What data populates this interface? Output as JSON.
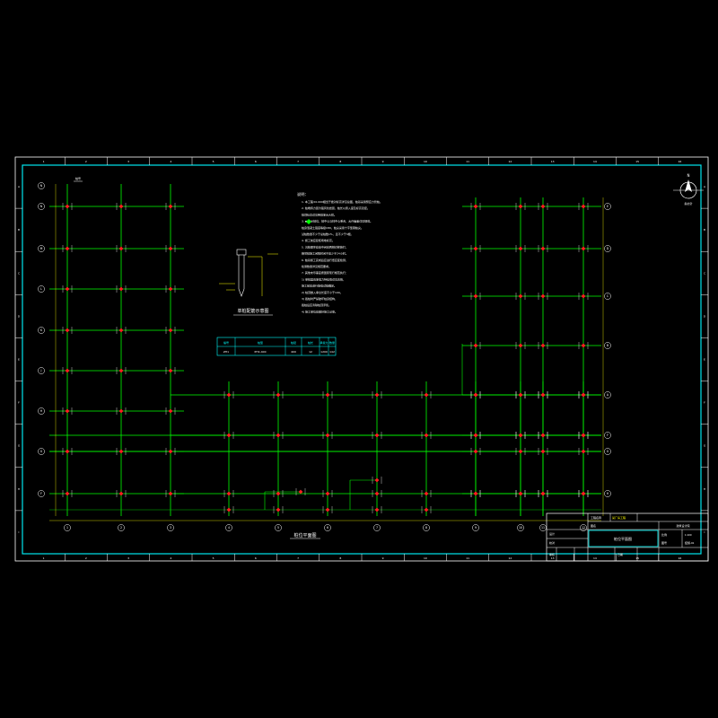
{
  "colors": {
    "background": "#000000",
    "frame": "#ffffff",
    "inner_frame": "#00e5ee",
    "grid_line": "#00c000",
    "beam": "#00ff00",
    "column": "#ff2020",
    "text": "#ffffff",
    "dimension": "#ffff00",
    "cyan_text": "#00ffff"
  },
  "top_ruler": [
    "1",
    "2",
    "3",
    "4",
    "5",
    "6",
    "7",
    "8",
    "9",
    "10",
    "11",
    "12",
    "13",
    "14",
    "15",
    "16"
  ],
  "bottom_ruler": [
    "1",
    "2",
    "3",
    "4",
    "5",
    "6",
    "7",
    "8",
    "9",
    "10",
    "11",
    "12",
    "13",
    "14",
    "15",
    "16"
  ],
  "side_ruler": [
    "A",
    "B",
    "C",
    "D",
    "E",
    "F",
    "G",
    "H",
    "I"
  ],
  "axis_rows_left": [
    "N",
    "M",
    "L",
    "K",
    "J",
    "H",
    "G",
    "F"
  ],
  "axis_rows_right": [
    "E",
    "D",
    "C",
    "B",
    "A",
    "F",
    "G",
    "H"
  ],
  "axis_cols": [
    "1",
    "2",
    "3",
    "4",
    "5",
    "6",
    "7",
    "8",
    "9",
    "10",
    "11",
    "12",
    "13",
    "14",
    "15"
  ],
  "drawing": {
    "plan_title": "桩位平面图",
    "pile_detail_title": "单桩配筋示意图",
    "notes_header": "说明：",
    "notes": [
      "1. 本工程±0.000相当于绝对标高详见总图，桩基采用预应力管桩。",
      "2. 桩端持力层为强风化岩层，桩长以贯入度及标高双控。",
      "   桩顶标高详见各桩承台大样。",
      "3. ◆ 表示桩位，桩中心与柱中心重合，允许偏差详见规范。",
      "   桩身混凝土强度等级C80，桩尖采用十字型钢桩尖。",
      "   试桩数量不少于总桩数1%，且不少于3根。",
      "4. 施工前应复核场地标高。",
      "5. 沉桩顺序应由中间向两侧对称施打，",
      "   相邻桩施工间隔时间不应少于24小时。",
      "6. 桩基施工完成后应进行低应变检测，",
      "   检测数量详见规范要求。",
      "7. 其他未尽事宜按国家现行规范执行：",
      "   1) 单桩竖向承载力特征值详见表格，",
      "      施工前应进行静载试验确定。",
      "   2) 桩顶嵌入承台长度不小于100。",
      "   3) 截桩时严禁破坏桩身结构，",
      "      截桩后应清除桩顶浮浆。",
      "   4) 施工单位应做好施工记录。"
    ],
    "table_headers": [
      "编号",
      "桩型",
      "桩径",
      "桩长",
      "承载力",
      "数量"
    ],
    "table_row": [
      "ZH1",
      "PHC-400",
      "400",
      "12",
      "1200",
      "142"
    ],
    "north_label": "N",
    "north_caption": "指北针",
    "legend_label": "桩号"
  },
  "title_block": {
    "project_label": "工程名称",
    "project": "某厂房工程",
    "drawing_label": "图名",
    "drawing_name": "桩位平面图",
    "design_label": "设计",
    "check_label": "校对",
    "approve_label": "审核",
    "scale_label": "比例",
    "scale": "1:100",
    "drawing_no_label": "图号",
    "drawing_no": "结施-01",
    "date_label": "日期",
    "company": "建筑设计院"
  },
  "icons": [
    "north-arrow-icon",
    "pile-marker-icon"
  ]
}
